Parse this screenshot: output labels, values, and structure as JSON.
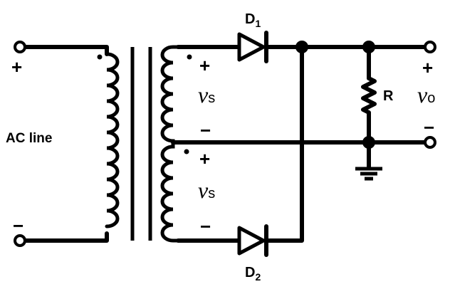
{
  "labels": {
    "ac_line": "AC line",
    "d1": "D",
    "d1_sub": "1",
    "d2": "D",
    "d2_sub": "2",
    "resistor": "R",
    "vs_var": "v",
    "vs_sub": "s",
    "vo_var": "v",
    "vo_sub": "o",
    "plus": "+",
    "minus": "−"
  }
}
